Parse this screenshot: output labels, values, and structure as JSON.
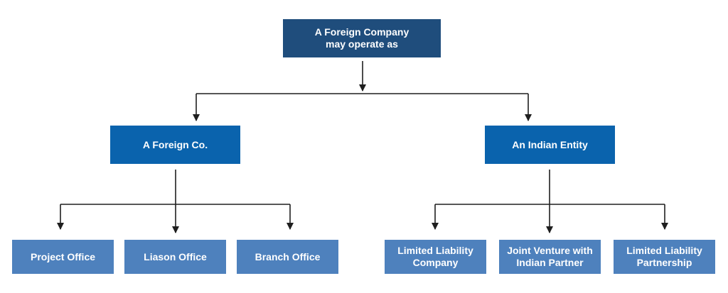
{
  "colors": {
    "root_fill": "#1f4d7c",
    "mid_fill": "#0a63ad",
    "leaf_fill": "#4e81bd",
    "connector": "#1f1f1f",
    "text": "#ffffff",
    "background": "#ffffff"
  },
  "root": {
    "label": "A Foreign Company\nmay operate as"
  },
  "branches": [
    {
      "label": "A Foreign Co.",
      "children": [
        {
          "label": "Project Office"
        },
        {
          "label": "Liason Office"
        },
        {
          "label": "Branch Office"
        }
      ]
    },
    {
      "label": "An Indian Entity",
      "children": [
        {
          "label": "Limited Liability\nCompany"
        },
        {
          "label": "Joint Venture with\nIndian Partner"
        },
        {
          "label": "Limited Liability\nPartnership"
        }
      ]
    }
  ]
}
